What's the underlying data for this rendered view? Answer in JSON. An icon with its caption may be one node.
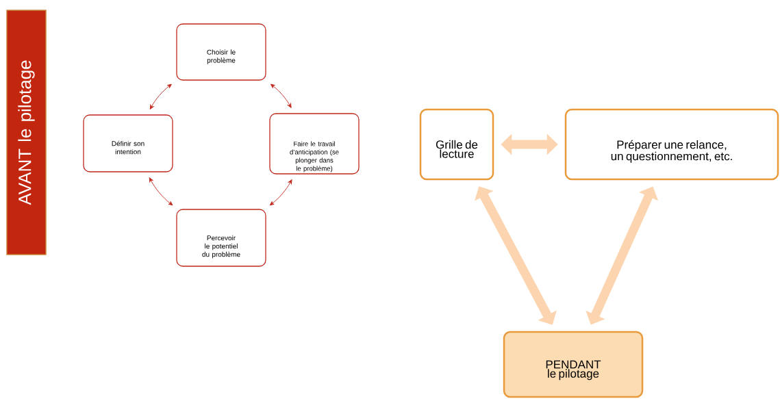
{
  "diagram": {
    "nodes": [
      {
        "text": [
          "AVANT le pilotage"
        ]
      },
      {
        "text": [
          "Choisir le problème"
        ]
      },
      {
        "text": [
          "Définir son intention"
        ]
      },
      {
        "text": [
          "Faire le travail d’anticipation (se plonger dans le problème)"
        ]
      },
      {
        "text": [
          "Percevoir le potentiel du problème"
        ]
      },
      {
        "text": [
          "Grille de lecture"
        ]
      },
      {
        "text": [
          "Préparer une relance, un questionnement, etc."
        ]
      },
      {
        "text": [
          "PENDANT le pilotage"
        ]
      }
    ],
    "edges": [
      {
        "from": 1,
        "to": 3,
        "arrow": "both"
      },
      {
        "from": 3,
        "to": 4,
        "arrow": "both"
      },
      {
        "from": 4,
        "to": 2,
        "arrow": "both"
      },
      {
        "from": 2,
        "to": 1,
        "arrow": "both"
      },
      {
        "from": 5,
        "to": 6,
        "arrow": "both",
        "style": "thick",
        "color": "#fcd5b0"
      },
      {
        "from": 5,
        "to": 7,
        "arrow": "both",
        "style": "thick",
        "color": "#fcd5b0"
      },
      {
        "from": 6,
        "to": 7,
        "arrow": "both",
        "style": "thick",
        "color": "#fcd5b0"
      }
    ]
  }
}
